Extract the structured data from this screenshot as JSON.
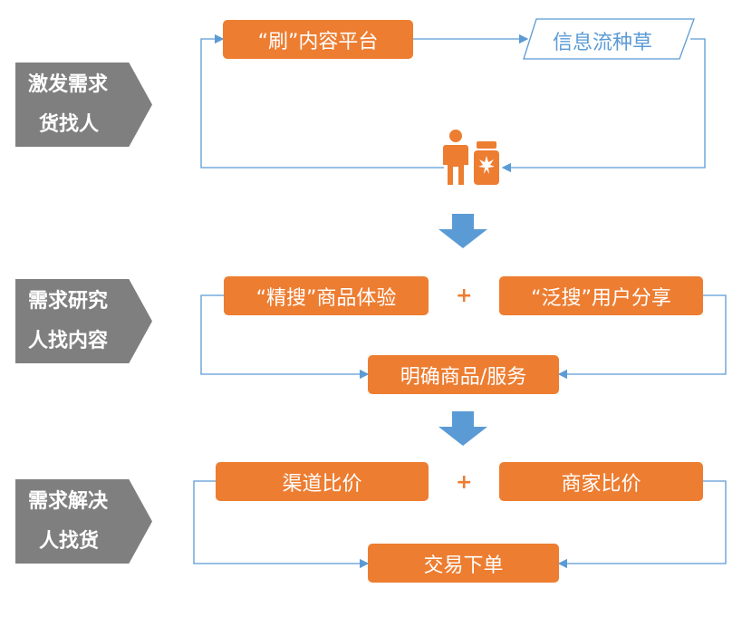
{
  "colors": {
    "accent": "#ED7D31",
    "stage": "#7F7F7F",
    "line": "#5B9BD5"
  },
  "stages": [
    {
      "line1": "激发需求",
      "line2": "货找人"
    },
    {
      "line1": "需求研究",
      "line2": "人找内容"
    },
    {
      "line1": "需求解决",
      "line2": "人找货"
    }
  ],
  "row1": {
    "content_platform": "“刷”内容平台",
    "feed_seeding": "信息流种草",
    "icon": "person-with-product-jar-icon"
  },
  "row2": {
    "precise_search": "“精搜”商品体验",
    "plus": "+",
    "broad_search": "“泛搜”用户分享",
    "result": "明确商品/服务"
  },
  "row3": {
    "channel_compare": "渠道比价",
    "plus": "+",
    "merchant_compare": "商家比价",
    "result": "交易下单"
  }
}
